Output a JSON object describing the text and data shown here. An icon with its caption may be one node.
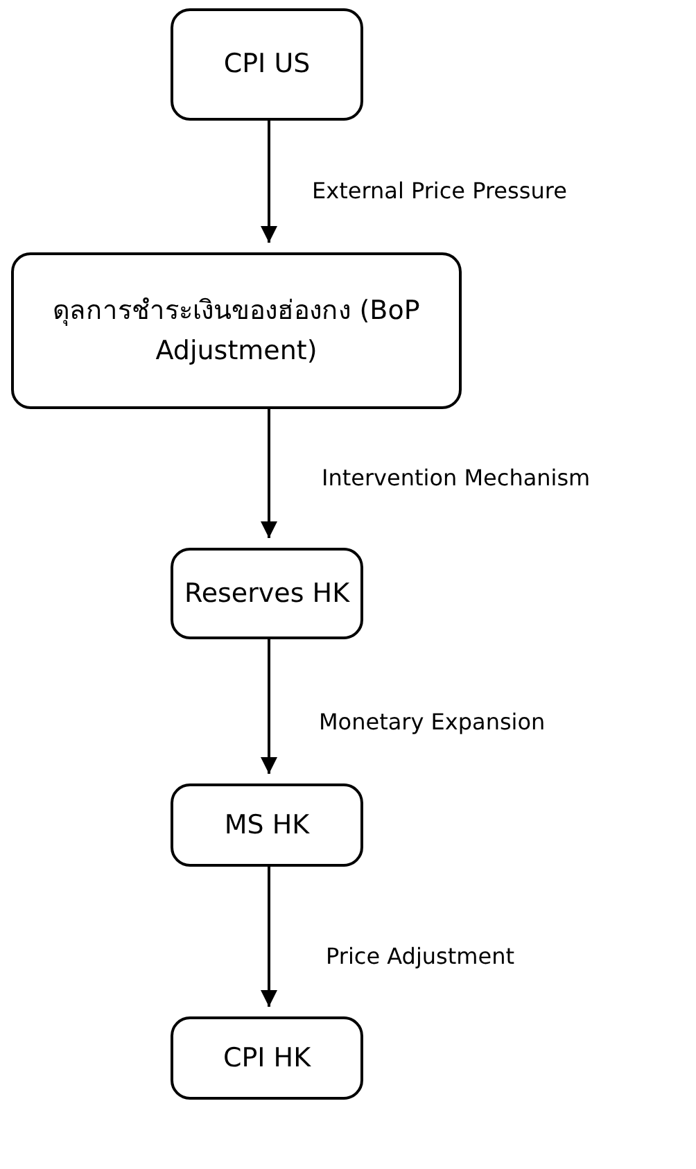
{
  "diagram": {
    "nodes": [
      {
        "text": [
          "CPI US"
        ]
      },
      {
        "text": [
          "ดุลการชำระเงินของฮ่องกง (BoP Adjustment)"
        ]
      },
      {
        "text": [
          "Reserves HK"
        ]
      },
      {
        "text": [
          "MS HK"
        ]
      },
      {
        "text": [
          "CPI HK"
        ]
      }
    ],
    "edges": [
      {
        "from": 0,
        "to": 1,
        "arrow": "to",
        "label": "External Price Pressure"
      },
      {
        "from": 1,
        "to": 2,
        "arrow": "to",
        "label": "Intervention Mechanism"
      },
      {
        "from": 2,
        "to": 3,
        "arrow": "to",
        "label": "Monetary Expansion"
      },
      {
        "from": 3,
        "to": 4,
        "arrow": "to",
        "label": "Price Adjustment"
      }
    ]
  }
}
